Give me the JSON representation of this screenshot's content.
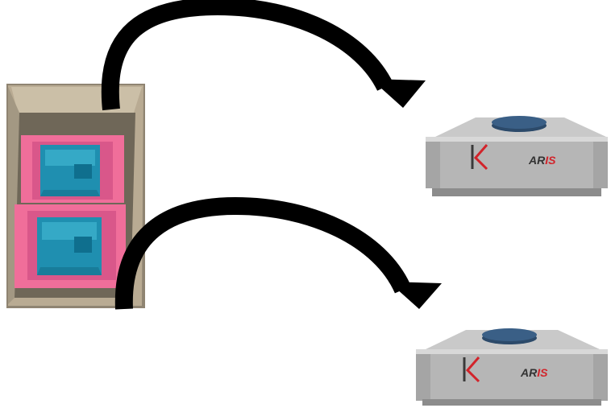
{
  "robots": [
    {
      "brand": "ARIS",
      "brand_prefix": "AR",
      "brand_suffix": "IS"
    },
    {
      "brand": "ARIS",
      "brand_prefix": "AR",
      "brand_suffix": "IS"
    }
  ],
  "colors": {
    "arrow": "#000000",
    "box_cardboard": "#b9ab93",
    "foam_pink": "#f06e9a",
    "wrap_blue": "#1f8fb0",
    "robot_body": "#b6b6b6",
    "robot_top_disc": "#3a5f86",
    "logo_red": "#d2232a",
    "logo_dark": "#3a3a3a"
  },
  "icons": [
    "curved-arrow-icon",
    "brand-logo-icon"
  ]
}
